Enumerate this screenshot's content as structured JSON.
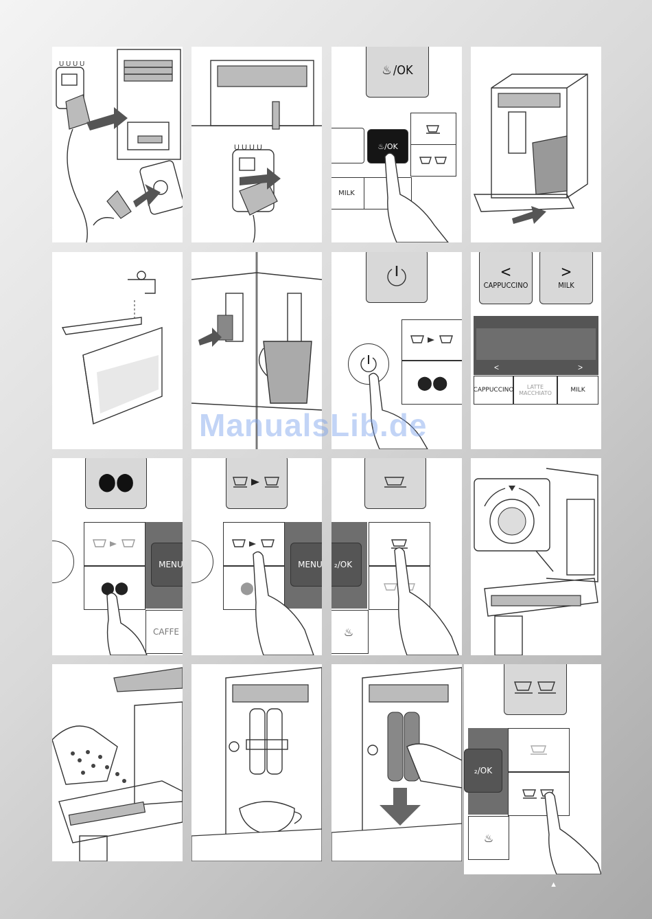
{
  "labels": {
    "ok": "/OK",
    "milk": "MILK",
    "cappuccino": "CAPPUCCINO",
    "latte_macchiato": "LATTE\nMACCHIATO",
    "lt": "<",
    "gt": ">",
    "menu": "MENU/",
    "caffe": "CAFFE",
    "ok_partial": "₂/OK"
  },
  "watermark": "ManualsLib.de",
  "page_mark": "▲"
}
